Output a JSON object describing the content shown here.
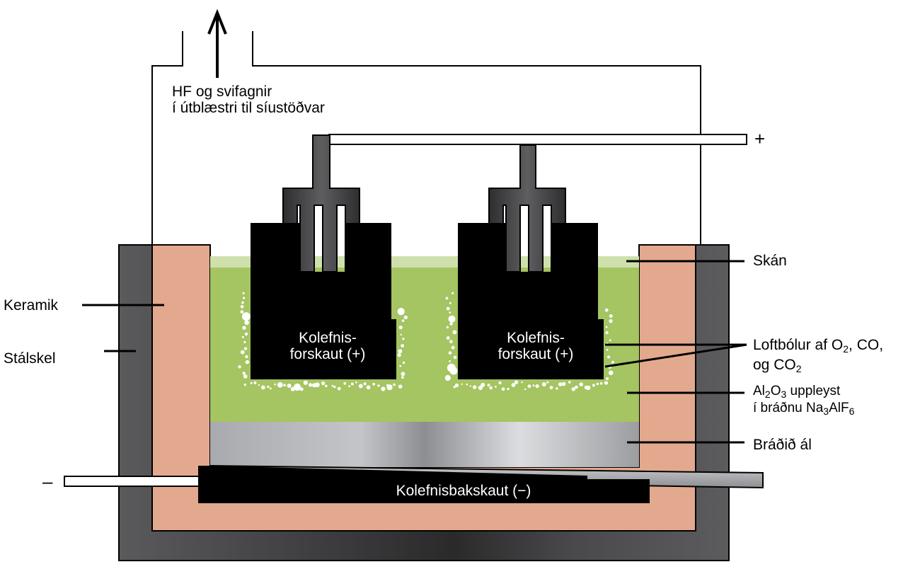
{
  "labels": {
    "exhaust_line1": "HF og svifagnir",
    "exhaust_line2": "í útblæstri til síustöðvar",
    "plus": "+",
    "minus": "–",
    "skan": "Skán",
    "keramik": "Keramik",
    "stalskel": "Stálskel",
    "anode1_line1": "Kolefnis-",
    "anode1_line2": "forskaut (+)",
    "anode2_line1": "Kolefnis-",
    "anode2_line2": "forskaut (+)",
    "bubbles_a": "Loftbólur af O",
    "bubbles_sub1": "2",
    "bubbles_b": ", CO,",
    "bubbles_line2_a": "og CO",
    "bubbles_sub2": "2",
    "al2o3_a": "Al",
    "al2o3_sub1": "2",
    "al2o3_b": "O",
    "al2o3_sub2": "3",
    "al2o3_c": " uppleyst",
    "al2o3_line2_a": "í bráðnu Na",
    "al2o3_sub3": "3",
    "al2o3_line2_b": "AlF",
    "al2o3_sub4": "6",
    "molten_al": "Bráðið ál",
    "cathode": "Kolefnisbakskaut (−)"
  },
  "colors": {
    "steel": "#4d4d4f",
    "ceramic": "#e3a98f",
    "electrolyte": "#a5c462",
    "crust": "#cfe0ad",
    "carbon": "#000000",
    "rod": "#3a3a3c",
    "aluminium_light": "#d6d7d9",
    "aluminium_dark": "#9a9b9e"
  },
  "icons": {
    "exhaust": "up-arrow-icon"
  }
}
